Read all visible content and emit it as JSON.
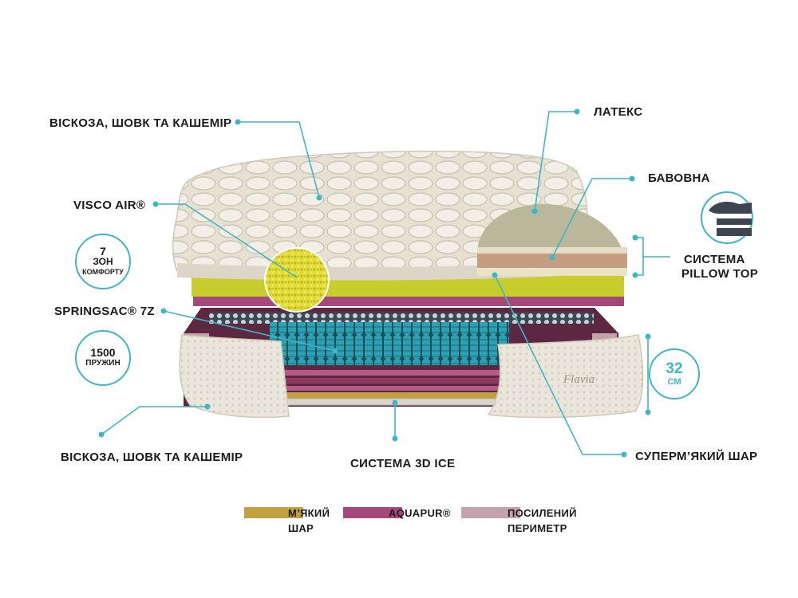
{
  "labels": {
    "top_cover": "ВІСКОЗА, ШОВК ТА КАШЕМІР",
    "visco_air": "VISCO AIR®",
    "springsac": "SPRINGSAC® 7Z",
    "bottom_cover": "ВІСКОЗА, ШОВК ТА КАШЕМІР",
    "system_3d_ice": "СИСТЕМА 3D ICE",
    "latex": "ЛАТЕКС",
    "cotton": "БАВОВНА",
    "pillow_top_line1": "СИСТЕМА",
    "pillow_top_line2": "PILLOW TOP",
    "super_soft": "СУПЕРМ’ЯКИЙ ШАР"
  },
  "badges": {
    "zones_number": "7",
    "zones_line1": "ЗОН",
    "zones_line2": "КОМФОРТУ",
    "springs_number": "1500",
    "springs_line1": "ПРУЖИН",
    "height_value": "32",
    "height_unit": "СМ"
  },
  "brand": {
    "logo_text": "Flavia"
  },
  "legend": [
    {
      "color": "#c1a142",
      "line1": "М’ЯКИЙ",
      "line2": "ШАР"
    },
    {
      "color": "#a5487a",
      "line1": "AQUAPUR®",
      "line2": ""
    },
    {
      "color": "#c5a3ad",
      "line1": "ПОСИЛЕНИЙ",
      "line2": "ПЕРИМЕТР"
    }
  ],
  "colors": {
    "callout": "#3fb6c6",
    "spring": "#2a9fb0",
    "visco_yellow": "#c8cd2e",
    "aquapur": "#a5487a",
    "perimeter": "#c5a3ad",
    "soft_layer": "#c1a142",
    "fabric": "#e9e3d8"
  }
}
